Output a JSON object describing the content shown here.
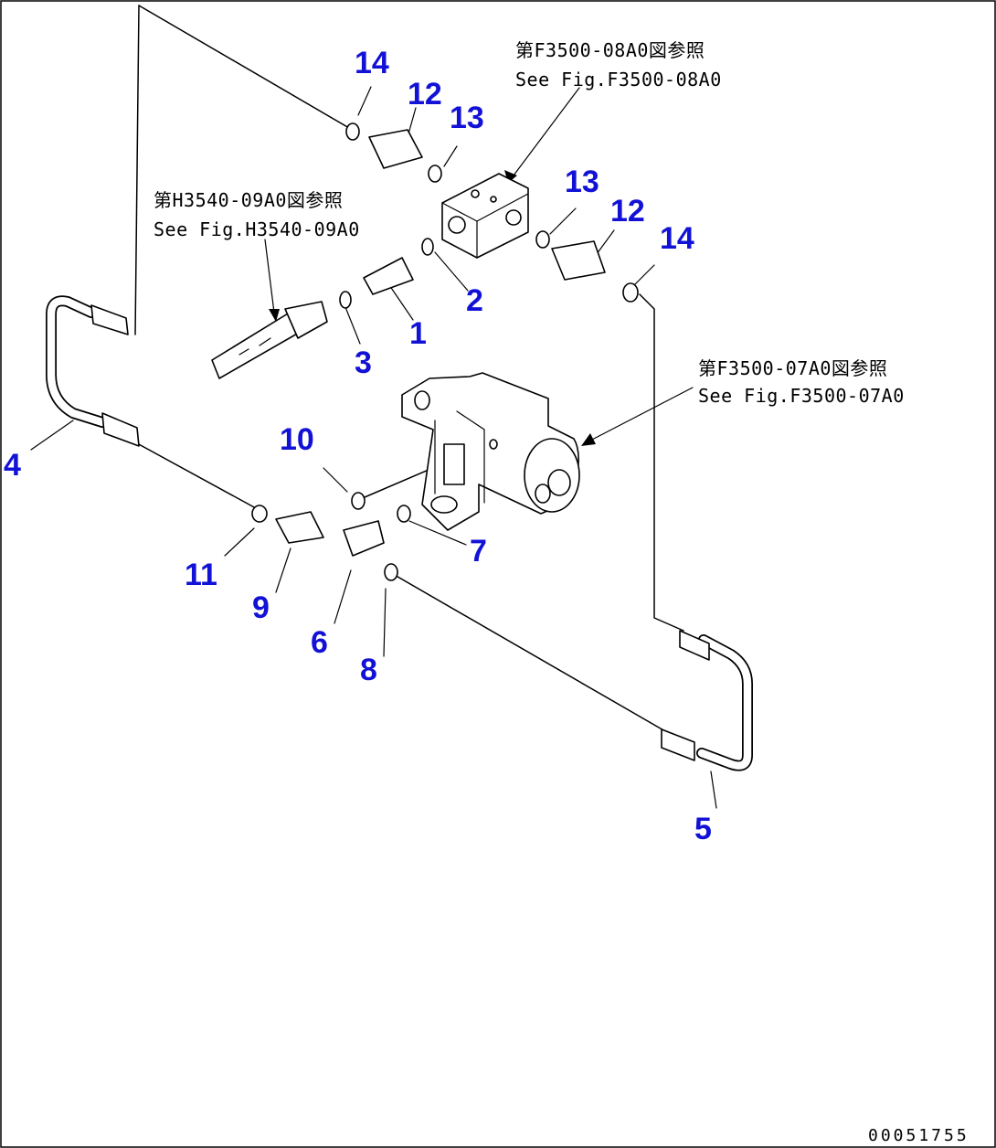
{
  "references": {
    "block_jp": "第F3500-08A0図参照",
    "block_en": "See Fig.F3500-08A0",
    "hose_jp": "第H3540-09A0図参照",
    "hose_en": "See Fig.H3540-09A0",
    "valve_jp": "第F3500-07A0図参照",
    "valve_en": "See Fig.F3500-07A0"
  },
  "part_numbers": {
    "p14_top": "14",
    "p12_top": "12",
    "p13_top": "13",
    "p13_right": "13",
    "p12_right": "12",
    "p14_right": "14",
    "p2": "2",
    "p1": "1",
    "p3": "3",
    "p4": "4",
    "p10": "10",
    "p7": "7",
    "p11": "11",
    "p9": "9",
    "p6": "6",
    "p8": "8",
    "p5": "5"
  },
  "drawing_code": "00051755"
}
